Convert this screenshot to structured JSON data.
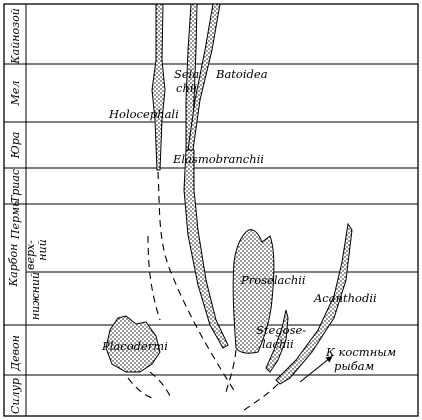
{
  "periods": {
    "kainozoi": "Кайнозой",
    "mel": "Мел",
    "yura": "Юра",
    "trias": "Триас",
    "perm": "Пермь",
    "karbon": "Карбон",
    "karbon_upper": "верх-\nний",
    "karbon_lower": "нижний",
    "devon": "Девон",
    "silur": "Силур"
  },
  "taxa": {
    "selachii_1": "Sela",
    "selachii_2": "chii",
    "batoidea": "Batoidea",
    "holocephali": "Holocephali",
    "elasmobranchii": "Elasmobranchii",
    "proselachii": "Proselachii",
    "acanthodii": "Acanthodii",
    "stegoselachii_1": "Stegose-",
    "stegoselachii_2": "lachii",
    "placodermi": "Placodermi",
    "bony_fish_1": "К костным",
    "bony_fish_2": "рыбам"
  }
}
